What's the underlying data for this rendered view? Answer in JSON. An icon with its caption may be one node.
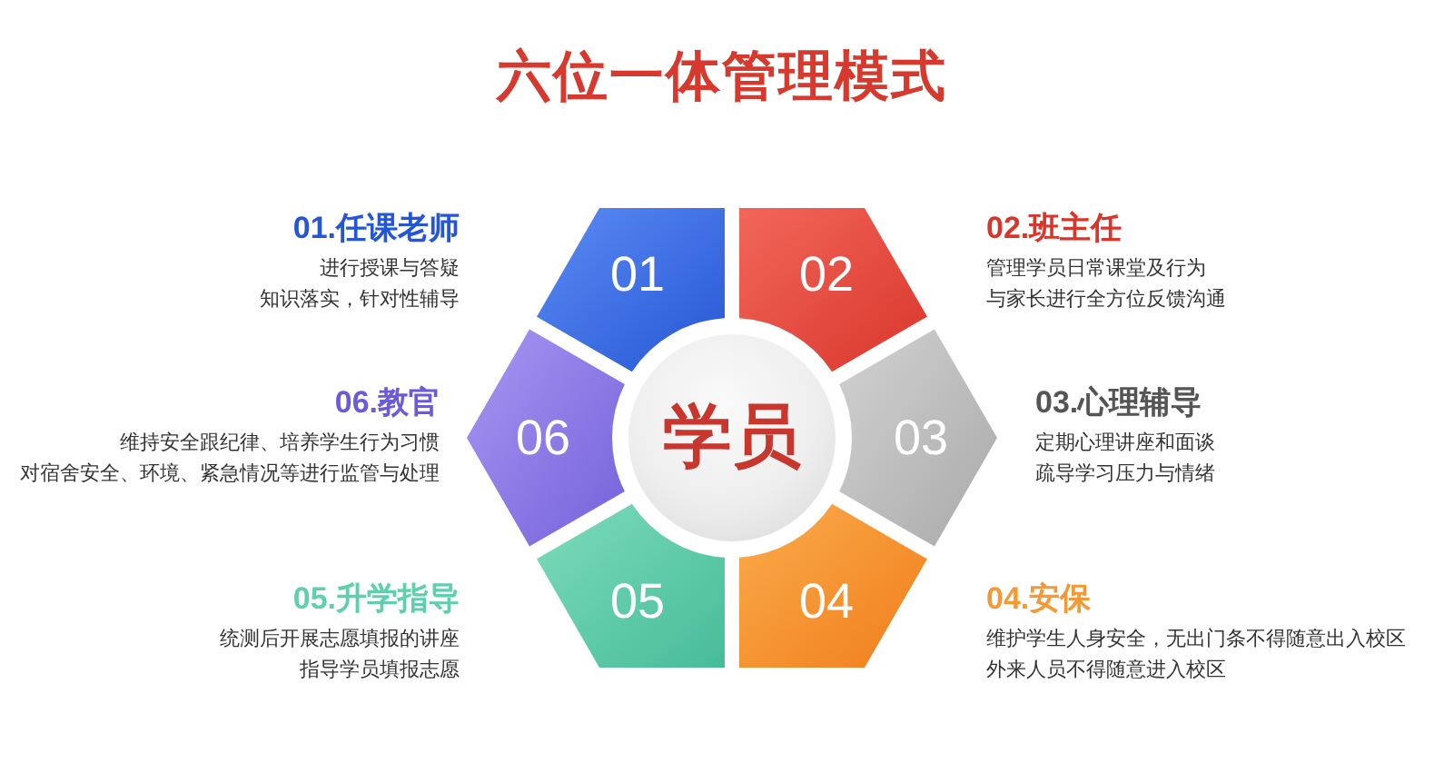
{
  "diagram": {
    "title": "六位一体管理模式",
    "nodes": [
      {
        "text": [
          "01"
        ],
        "beside": [
          "01.任课老师",
          "进行授课与答疑",
          "知识落实，针对性辅导"
        ]
      },
      {
        "text": [
          "02"
        ],
        "beside": [
          "02.班主任",
          "管理学员日常课堂及行为",
          "与家长进行全方位反馈沟通"
        ]
      },
      {
        "text": [
          "03"
        ],
        "beside": [
          "03.心理辅导",
          "定期心理讲座和面谈",
          "疏导学习压力与情绪"
        ]
      },
      {
        "text": [
          "04"
        ],
        "beside": [
          "04.安保",
          "维护学生人身安全，无出门条不得随意出入校区",
          "外来人员不得随意进入校区"
        ]
      },
      {
        "text": [
          "05"
        ],
        "beside": [
          "05.升学指导",
          "统测后开展志愿填报的讲座",
          "指导学员填报志愿"
        ]
      },
      {
        "text": [
          "06"
        ],
        "beside": [
          "06.教官",
          "维持安全跟纪律、培养学生行为习惯",
          "对宿舍安全、环境、紧急情况等进行监管与处理"
        ]
      },
      {
        "text": [
          "学员"
        ]
      }
    ]
  }
}
